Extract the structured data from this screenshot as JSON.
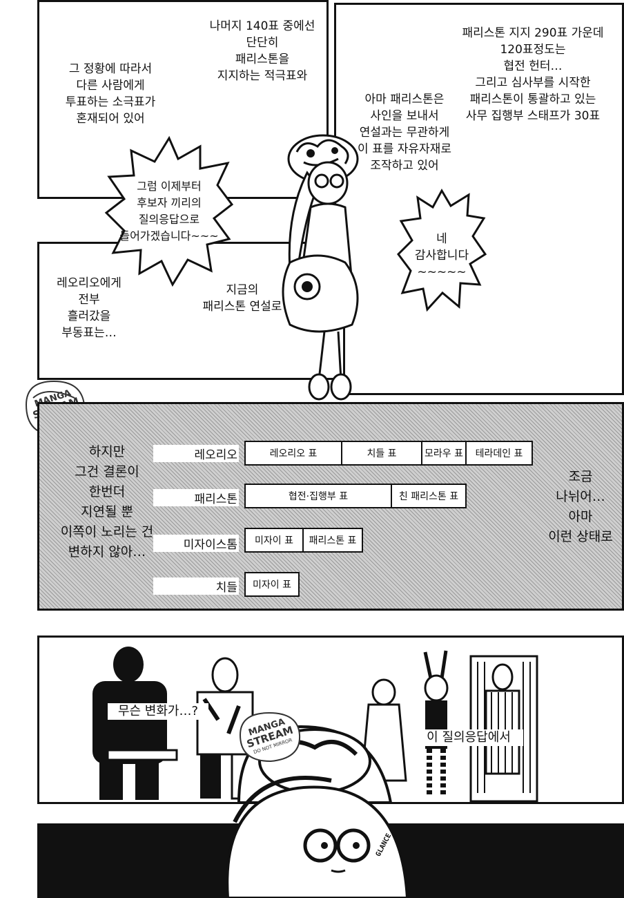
{
  "panel1": {
    "left_text": "그 정황에 따라서\n다른 사람에게\n투표하는 소극표가\n혼재되어 있어",
    "mid_text": "나머지 140표 중에선\n단단히\n패리스톤을\n지지하는 적극표와",
    "burst_text": "그럼 이제부터\n후보자 끼리의\n질의응답으로\n들어가겠습니다~~~"
  },
  "panel2": {
    "top_right_text": "패리스톤 지지 290표 가운데\n120표정도는\n협전 헌터…\n그리고 심사부를 시작한\n패리스톤이 통괄하고 있는\n사무 집행부 스태프가 30표",
    "center_text": "아마 패리스톤은\n사인을 보내서\n연설과는 무관하게\n이 표를 자유자재로\n조작하고 있어",
    "burst_text": "네\n감사합니다\n~~~~~"
  },
  "panel3": {
    "left_text": "레오리오에게\n전부\n흘러갔을\n부동표는…",
    "center_text": "지금의\n패리스톤 연설로"
  },
  "panel4": {
    "left_text": "하지만\n그건 결론이\n한번더\n지연될 뿐\n이쪽이 노리는 건\n변하지 않아…",
    "right_text": "조금\n나뉘어…\n아마\n이런 상태로",
    "rows": [
      {
        "label": "레오리오",
        "segments": [
          "레오리오 표",
          "치들 표",
          "모라우 표",
          "테라데인 표"
        ]
      },
      {
        "label": "패리스톤",
        "segments": [
          "협전·집행부 표",
          "친 패리스톤 표"
        ]
      },
      {
        "label": "미자이스톰",
        "segments": [
          "미자이 표",
          "패리스톤 표"
        ]
      },
      {
        "label": "치들",
        "segments": [
          "미자이 표"
        ]
      }
    ]
  },
  "panel5": {
    "left_text": "무슨 변화가…?",
    "right_text": "이 질의응답에서"
  },
  "watermark": {
    "line1": "MANGA",
    "line2": "STREAM",
    "line3": "DO NOT MIRROR"
  },
  "sfx": "GLANCE"
}
